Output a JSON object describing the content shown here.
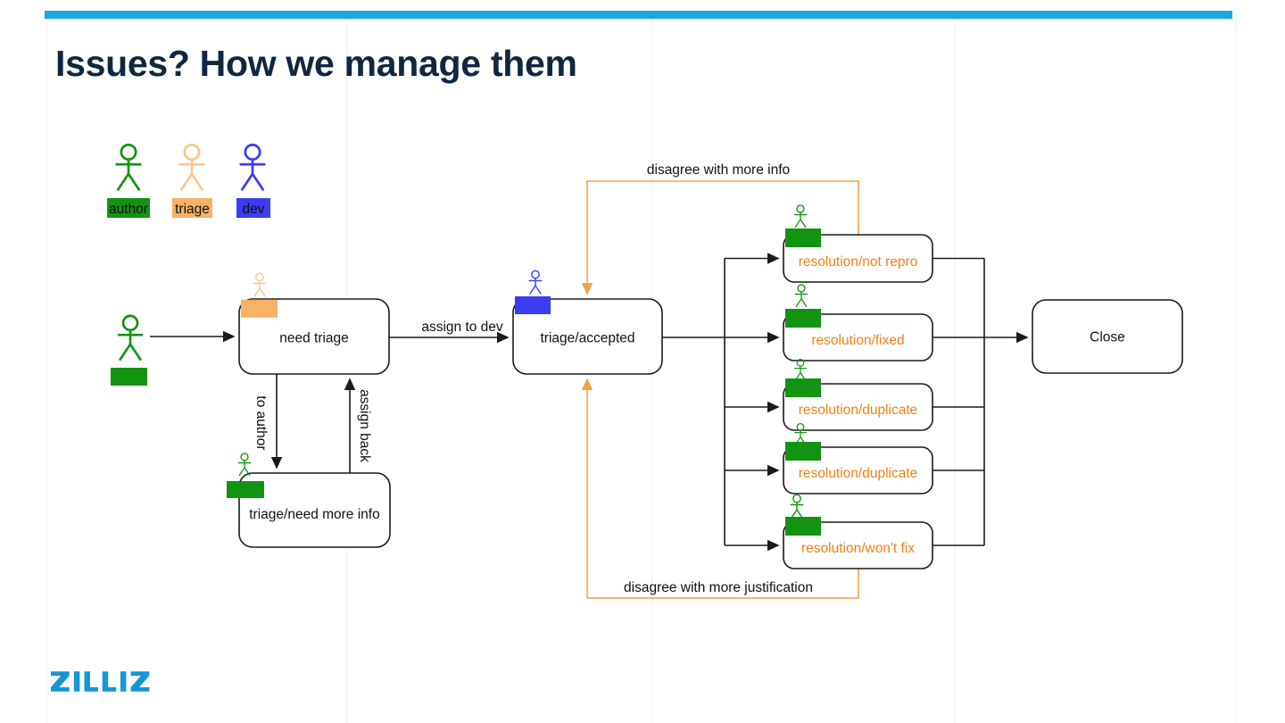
{
  "slide": {
    "title": "Issues? How we manage them",
    "accent_bar_color": "#1CA7E3"
  },
  "legend": {
    "actors": [
      {
        "label": "author",
        "color": "#129412"
      },
      {
        "label": "triage",
        "color": "#F9B167"
      },
      {
        "label": "dev",
        "color": "#3C3CF0"
      }
    ]
  },
  "diagram": {
    "nodes": {
      "need_triage": "need triage",
      "triage_accepted": "triage/accepted",
      "need_more_info": "triage/need more info",
      "res_not_repro": "resolution/not repro",
      "res_fixed": "resolution/fixed",
      "res_duplicate_1": "resolution/duplicate",
      "res_duplicate_2": "resolution/duplicate",
      "res_wont_fix": "resolution/won't fix",
      "close": "Close"
    },
    "edge_labels": {
      "assign_to_dev": "assign to dev",
      "to_author": "to author",
      "assign_back": "assign back",
      "disagree_more_info": "disagree with more info",
      "disagree_more_justification": "disagree with more justification"
    },
    "colors": {
      "author_green": "#129412",
      "triage_orange": "#F9B167",
      "triage_stick_orange": "#F8C791",
      "dev_blue": "#3C3CF0",
      "resolution_label_orange": "#F08018",
      "feedback_line_orange": "#F5A14B",
      "line_black": "#1A1A1A"
    }
  },
  "footer": {
    "logo_text": "ZILLIZ",
    "logo_color": "#1696D4"
  }
}
